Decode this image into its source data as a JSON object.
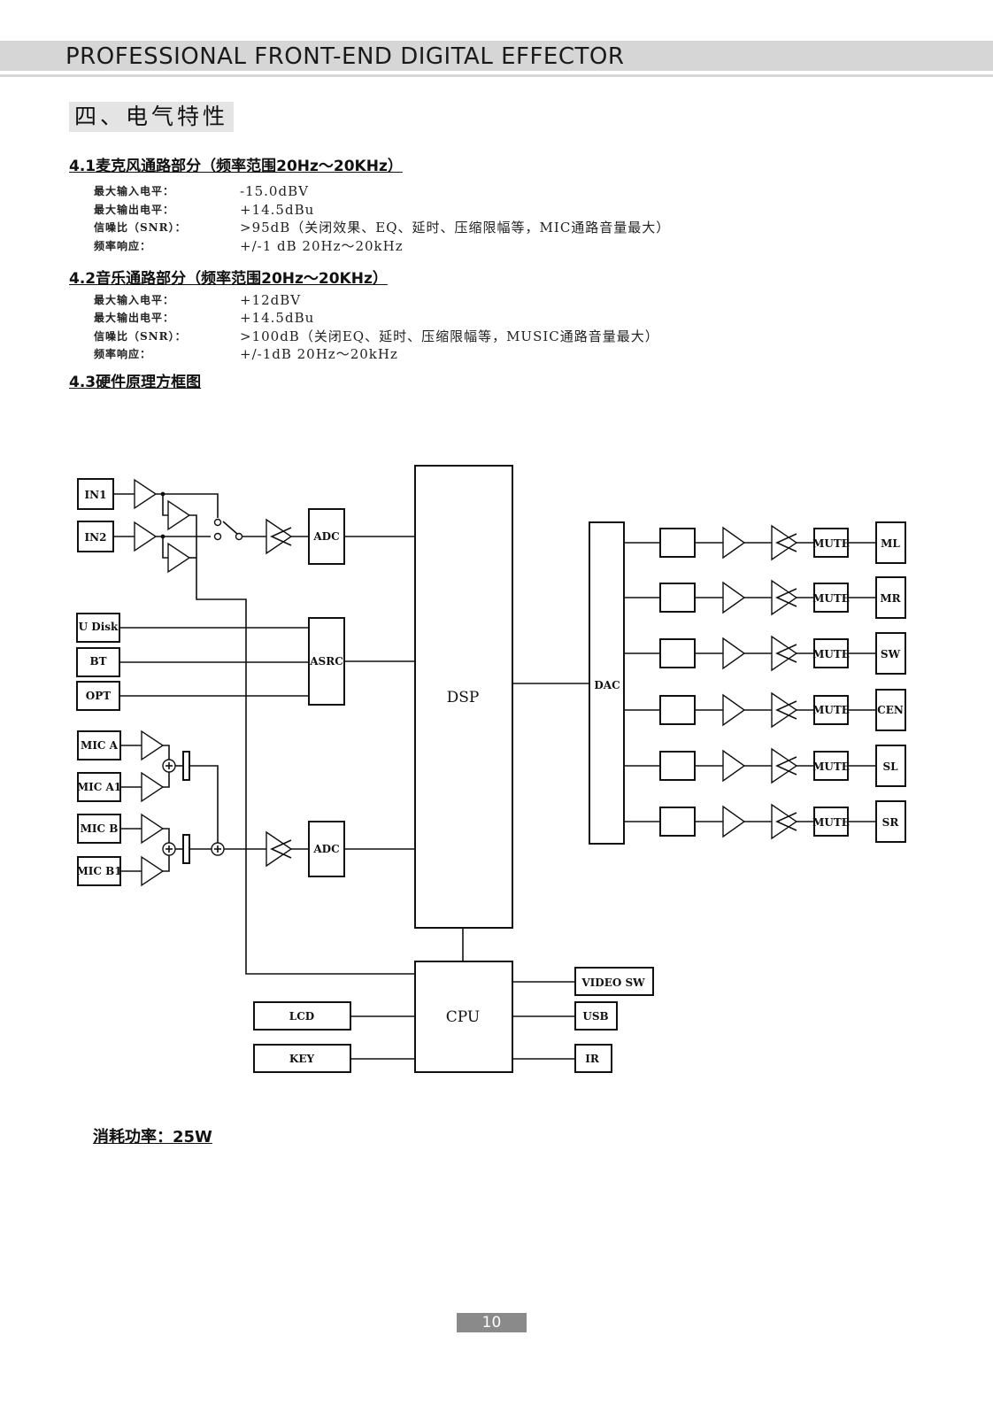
{
  "header": {
    "title": "PROFESSIONAL FRONT-END DIGITAL EFFECTOR"
  },
  "section_title": "四、电气特性",
  "mic_section": {
    "heading": "4.1麦克风通路部分（频率范围20Hz～20KHz）",
    "rows": [
      {
        "label": "最大输入电平：",
        "value": "-15.0dBV"
      },
      {
        "label": "最大输出电平：",
        "value": "+14.5dBu"
      },
      {
        "label": "信噪比（SNR）：",
        "value": ">95dB（关闭效果、EQ、延时、压缩限幅等，MIC通路音量最大）"
      },
      {
        "label": "频率响应：",
        "value": "+/-1 dB  20Hz～20kHz"
      }
    ]
  },
  "music_section": {
    "heading": "4.2音乐通路部分（频率范围20Hz～20KHz）",
    "rows": [
      {
        "label": "最大输入电平：",
        "value": "+12dBV"
      },
      {
        "label": "最大输出电平：",
        "value": "+14.5dBu"
      },
      {
        "label": "信噪比（SNR）：",
        "value": ">100dB（关闭EQ、延时、压缩限幅等，MUSIC通路音量最大）"
      },
      {
        "label": "频率响应：",
        "value": "+/-1dB  20Hz～20kHz"
      }
    ]
  },
  "diagram_heading": "4.3硬件原理方框图",
  "diagram": {
    "inputs": [
      "IN1",
      "IN2"
    ],
    "digital_inputs": [
      "U Disk",
      "BT",
      "OPT"
    ],
    "mic_inputs": [
      "MIC A",
      "MIC A1",
      "MIC B",
      "MIC B1"
    ],
    "adc": "ADC",
    "asrc": "ASRC",
    "dsp": "DSP",
    "dac": "DAC",
    "cpu": "CPU",
    "cpu_left": [
      "LCD",
      "KEY"
    ],
    "cpu_right": [
      "VIDEO SW",
      "USB",
      "IR"
    ],
    "mute": "MUTE",
    "outputs": [
      "ML",
      "MR",
      "SW",
      "CEN",
      "SL",
      "SR"
    ]
  },
  "power": "消耗功率：25W",
  "page_number": "10"
}
